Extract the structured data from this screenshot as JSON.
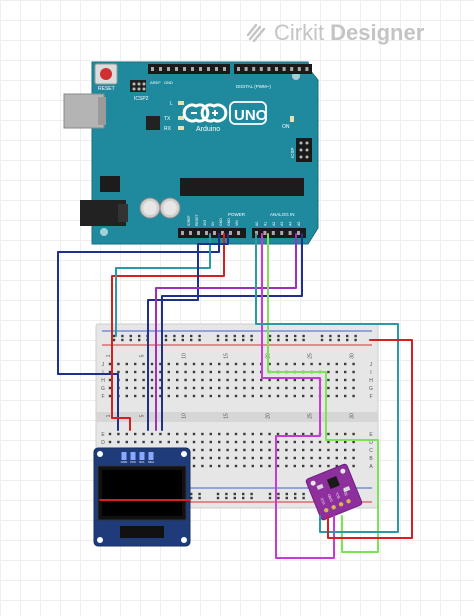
{
  "watermark": {
    "brand": "Cirkit",
    "product": "Designer",
    "icon": "cirkit-logo-icon"
  },
  "arduino": {
    "reset_label": "RESET",
    "icsp2_label": "ICSP2",
    "icsp_label": "ICSP",
    "brand_label": "Arduino",
    "model_label": "UNO",
    "digital_label": "DIGITAL (PWM~)",
    "power_label": "POWER",
    "analog_label": "ANALOG IN",
    "led_labels": [
      "L",
      "TX",
      "RX"
    ],
    "on_label": "ON",
    "aref_label": "AREF",
    "gnd_label": "GND",
    "power_pin_labels": [
      "IOREF",
      "RESET",
      "3V3",
      "5V",
      "GND",
      "GND",
      "VIN"
    ],
    "analog_pin_labels": [
      "A0",
      "A1",
      "A2",
      "A3",
      "A4",
      "A5"
    ]
  },
  "breadboard": {
    "column_numbers": [
      "1",
      "5",
      "10",
      "15",
      "20",
      "25",
      "30"
    ],
    "row_letters_top": [
      "J",
      "I",
      "H",
      "G",
      "F"
    ],
    "row_letters_bottom": [
      "E",
      "D",
      "C",
      "B",
      "A"
    ]
  },
  "oled": {
    "pin_labels": [
      "GND",
      "VCC",
      "SCL",
      "SDA"
    ]
  },
  "sensor": {
    "pin_labels": [
      "VCC",
      "GND",
      "SCL",
      "SDA"
    ]
  },
  "colors": {
    "arduino_board": "#1f8a9e",
    "wire_navy": "#1e2f8c",
    "wire_teal": "#2b9aa8",
    "wire_red": "#d42020",
    "wire_purple": "#9b2fc0",
    "wire_green": "#7fe05a",
    "wire_magenta": "#c83ad8",
    "sensor_board": "#8e2f9e"
  }
}
